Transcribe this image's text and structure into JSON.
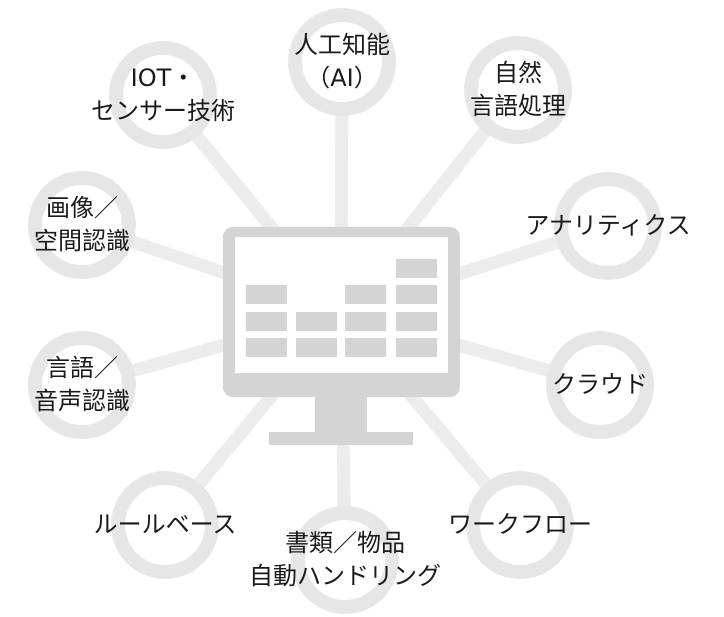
{
  "colors": {
    "ring": "#e6e6e6",
    "spoke": "#ececec",
    "monitor": "#d4d4d4",
    "text": "#1a1a1a"
  },
  "center_icon": "monitor-bar-chart-icon",
  "nodes": [
    {
      "id": "ai",
      "lines": [
        "人工知能",
        "（AI）"
      ]
    },
    {
      "id": "nlp",
      "lines": [
        "自然",
        "言語処理"
      ]
    },
    {
      "id": "analytics",
      "lines": [
        "アナリティクス"
      ]
    },
    {
      "id": "cloud",
      "lines": [
        "クラウド"
      ]
    },
    {
      "id": "workflow",
      "lines": [
        "ワークフロー"
      ]
    },
    {
      "id": "document",
      "lines": [
        "書類／物品",
        "自動ハンドリング"
      ]
    },
    {
      "id": "rulebase",
      "lines": [
        "ルールベース"
      ]
    },
    {
      "id": "speech",
      "lines": [
        "言語／",
        "音声認識"
      ]
    },
    {
      "id": "image",
      "lines": [
        "画像／",
        "空間認識"
      ]
    },
    {
      "id": "iot",
      "lines": [
        "IOT・",
        "センサー技術"
      ]
    }
  ]
}
